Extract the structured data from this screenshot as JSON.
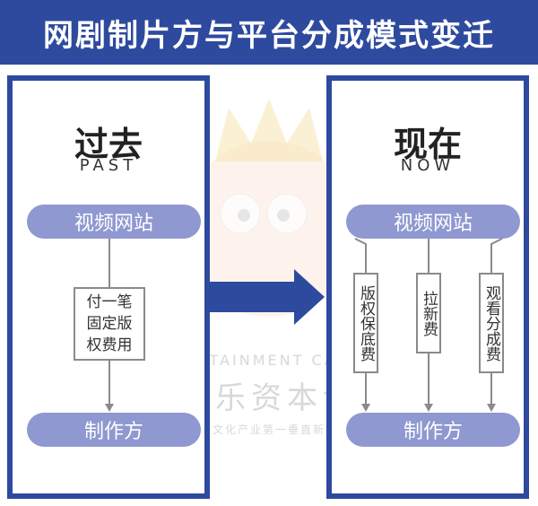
{
  "title": "网剧制片方与平台分成模式变迁",
  "past": {
    "heading": "过去",
    "subheading": "PAST",
    "top_node": "视频网站",
    "middle_box": "付一笔固定版权费用",
    "bottom_node": "制作方"
  },
  "now": {
    "heading": "现在",
    "subheading": "NOW",
    "top_node": "视频网站",
    "boxes": [
      {
        "label": "版权保底费"
      },
      {
        "label": "拉新费"
      },
      {
        "label": "观看分成费"
      }
    ],
    "bottom_node": "制作方"
  },
  "watermark": {
    "line1": "ENTERTAINMENT CAPITAL",
    "line2": "娱乐资本论",
    "line3": "中国文化产业第一垂直新媒体"
  },
  "colors": {
    "primary": "#2e4a9e",
    "pill": "#8f98d0",
    "connector": "#8a8a8a"
  }
}
